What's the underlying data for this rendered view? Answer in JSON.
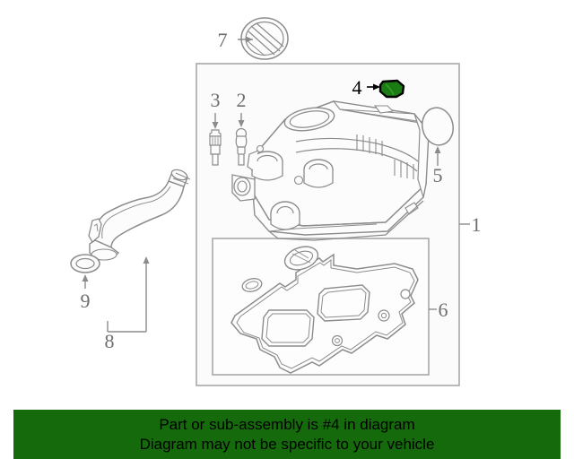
{
  "diagram": {
    "type": "exploded-parts-diagram",
    "subject": "Engine valve cover / cylinder head cover assembly",
    "background_color": "#ffffff",
    "line_color": "#8c8c8c",
    "label_color": "#6e6e6e",
    "highlight_color": "#1a7a14",
    "highlight_outline_color": "#000000",
    "callouts": [
      {
        "number": "1",
        "name": "valve-cover-assembly",
        "leader": "bracket-right",
        "highlighted": false
      },
      {
        "number": "2",
        "name": "ignition-coil-boot",
        "leader": "arrow-down",
        "highlighted": false
      },
      {
        "number": "3",
        "name": "spark-plug",
        "leader": "arrow-down",
        "highlighted": false
      },
      {
        "number": "4",
        "name": "highlighted-seal-bracket",
        "leader": "arrow-right",
        "highlighted": true
      },
      {
        "number": "5",
        "name": "oil-filler-cap-seal",
        "leader": "arrow-up",
        "highlighted": false
      },
      {
        "number": "6",
        "name": "valve-cover-gasket-set",
        "leader": "bracket-right",
        "highlighted": false
      },
      {
        "number": "7",
        "name": "oil-filler-cap",
        "leader": "arrow-right",
        "highlighted": false
      },
      {
        "number": "8",
        "name": "breather-hose-assembly",
        "leader": "bracket-up",
        "highlighted": false
      },
      {
        "number": "9",
        "name": "hose-grommet-o-ring",
        "leader": "arrow-up",
        "highlighted": false
      }
    ]
  },
  "banner": {
    "background_color": "#156b0c",
    "text_color": "#000000",
    "line1": "Part or sub-assembly is #4 in diagram",
    "line2": "Diagram may not be specific to your vehicle"
  }
}
